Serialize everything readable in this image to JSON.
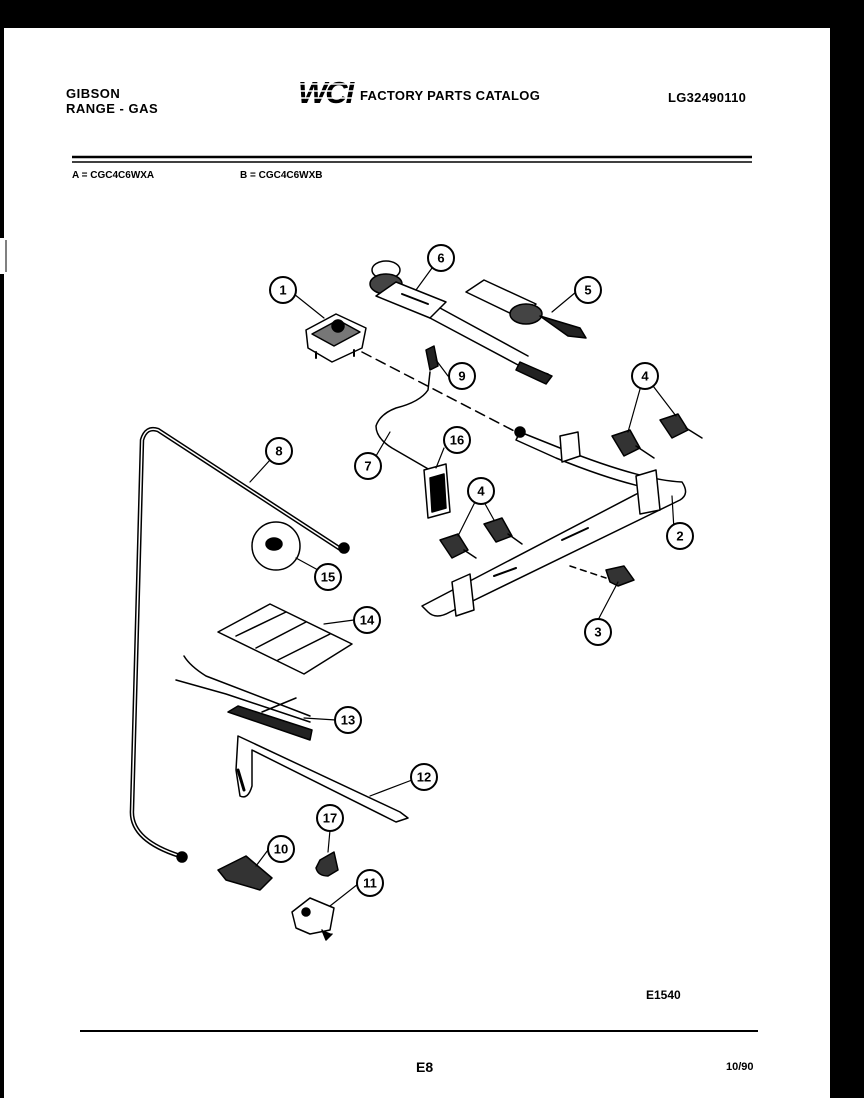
{
  "header": {
    "brand": "GIBSON",
    "product": "RANGE - GAS",
    "logo": "WCI",
    "catalog_title": "FACTORY PARTS CATALOG",
    "catalog_number": "LG32490110"
  },
  "models": {
    "a": "A = CGC4C6WXA",
    "b": "B = CGC4C6WXB"
  },
  "callouts": [
    "1",
    "2",
    "3",
    "4",
    "4",
    "5",
    "6",
    "7",
    "8",
    "9",
    "10",
    "11",
    "12",
    "13",
    "14",
    "15",
    "16",
    "17"
  ],
  "footer": {
    "diagram_code": "E1540",
    "page_number": "E8",
    "date": "10/90"
  },
  "colors": {
    "ink": "#000000",
    "paper": "#ffffff",
    "scan_border": "#000000"
  }
}
